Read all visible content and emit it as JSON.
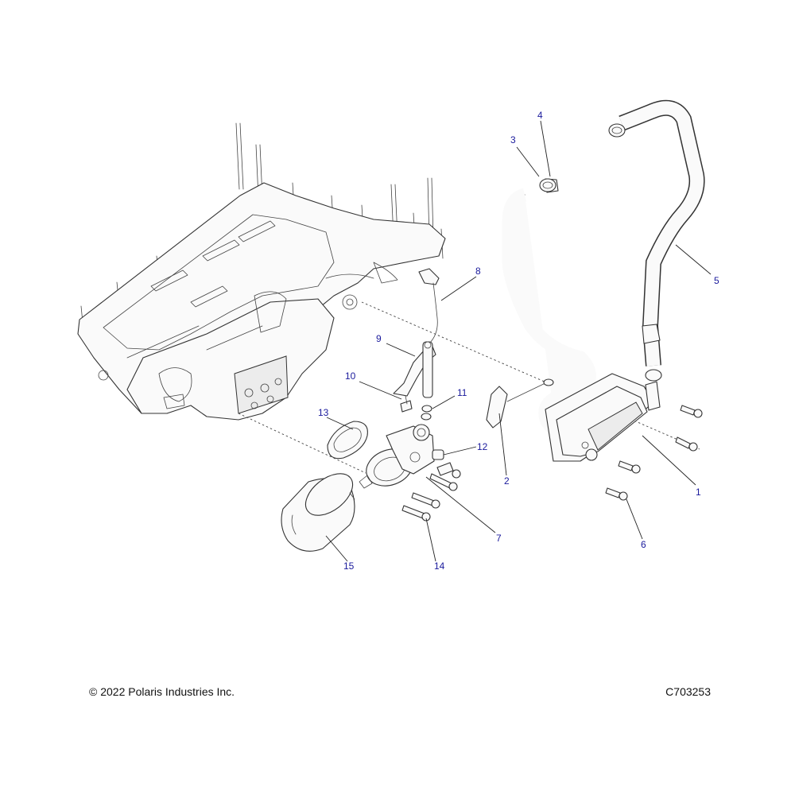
{
  "callouts": [
    {
      "id": "1",
      "label": "1"
    },
    {
      "id": "2",
      "label": "2"
    },
    {
      "id": "3",
      "label": "3"
    },
    {
      "id": "4",
      "label": "4"
    },
    {
      "id": "5",
      "label": "5"
    },
    {
      "id": "6",
      "label": "6"
    },
    {
      "id": "7",
      "label": "7"
    },
    {
      "id": "8",
      "label": "8"
    },
    {
      "id": "9",
      "label": "9"
    },
    {
      "id": "10",
      "label": "10"
    },
    {
      "id": "11",
      "label": "11"
    },
    {
      "id": "12",
      "label": "12"
    },
    {
      "id": "13",
      "label": "13"
    },
    {
      "id": "14",
      "label": "14"
    },
    {
      "id": "15",
      "label": "15"
    }
  ],
  "footer": {
    "copyright": "© 2022 Polaris Industries Inc.",
    "diagram_id": "C703253"
  },
  "colors": {
    "callout_text": "#1a1a9c",
    "line_art": "#333333",
    "background": "#ffffff"
  }
}
